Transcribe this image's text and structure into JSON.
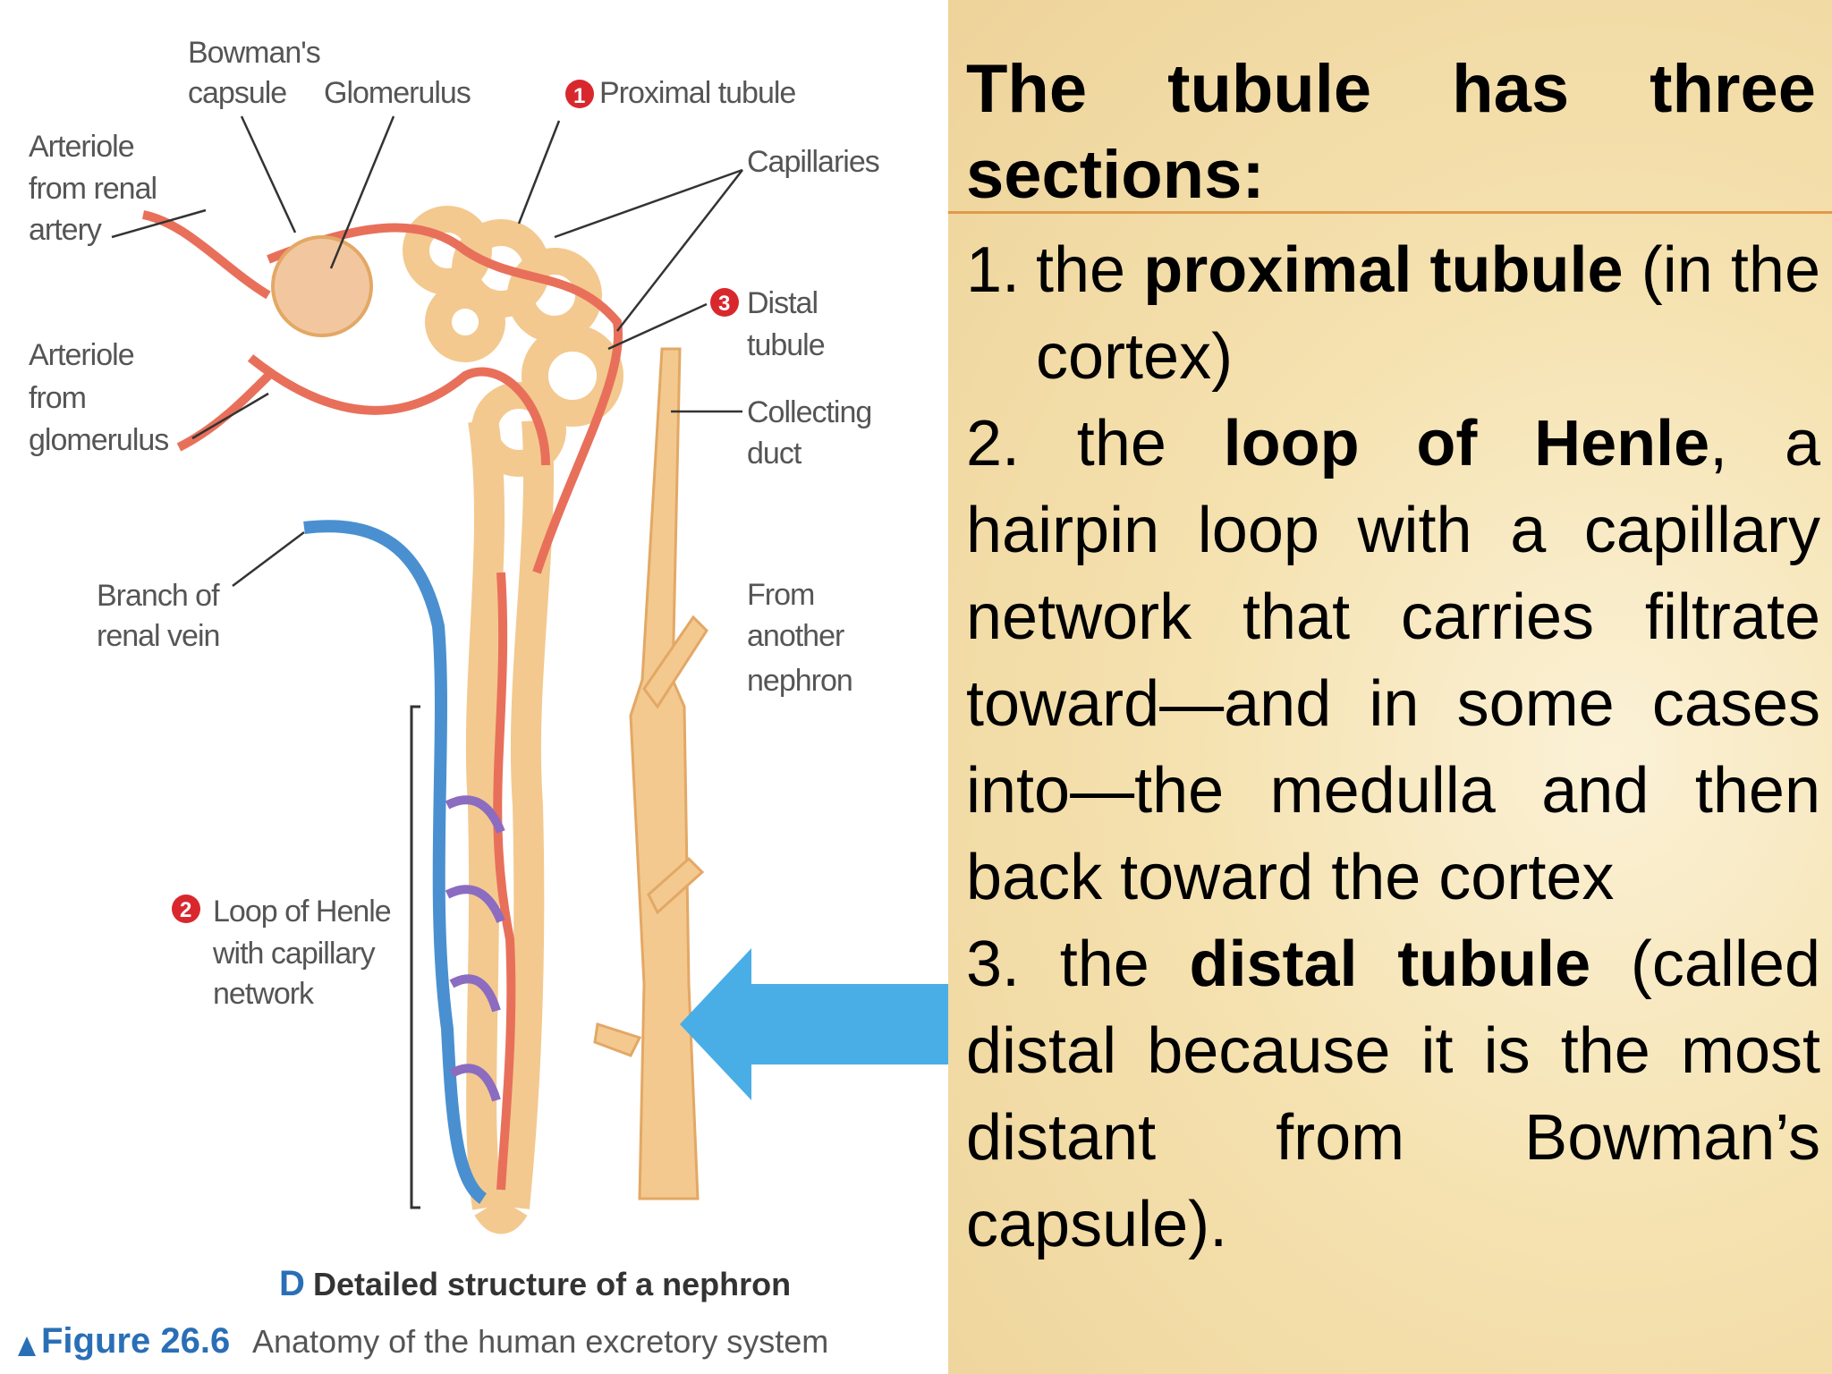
{
  "figure": {
    "labels": {
      "bowmans_capsule": [
        "Bowman's",
        "capsule"
      ],
      "glomerulus": "Glomerulus",
      "proximal_tubule": "Proximal tubule",
      "arteriole_renal": [
        "Arteriole",
        "from renal",
        "artery"
      ],
      "capillaries": "Capillaries",
      "distal_tubule": [
        "Distal",
        "tubule"
      ],
      "arteriole_glomerulus": [
        "Arteriole",
        "from",
        "glomerulus"
      ],
      "collecting_duct": [
        "Collecting",
        "duct"
      ],
      "branch_renal_vein": [
        "Branch of",
        "renal vein"
      ],
      "from_another_nephron": [
        "From",
        "another",
        "nephron"
      ],
      "loop_of_henle": [
        "Loop of Henle",
        "with capillary",
        "network"
      ]
    },
    "markers": {
      "proximal": "1",
      "loop": "2",
      "distal": "3"
    },
    "caption_letter": "D",
    "caption_text": "Detailed structure of a nephron",
    "figure_number": "Figure 26.6",
    "figure_title": "Anatomy of the human excretory system",
    "colors": {
      "tubule": "#f3c98f",
      "artery": "#e8705a",
      "vein": "#4a90d0",
      "arrow": "#4aaee6",
      "marker": "#d8282e"
    }
  },
  "slide": {
    "heading": "The tubule has three sections:",
    "item1_num": "1.",
    "item1_pre": "the ",
    "item1_bold": "proximal tubule",
    "item1_post": " (in the cortex)",
    "item2_pre": "2. the ",
    "item2_bold": "loop of Henle",
    "item2_post": ", a hairpin loop with a capillary network that carries filtrate toward—and in some cases into—the medulla and then back toward the cortex",
    "item3_pre": "3. the ",
    "item3_bold": "distal tubule",
    "item3_post": " (called distal because it is the most distant from Bowman’s capsule)."
  }
}
